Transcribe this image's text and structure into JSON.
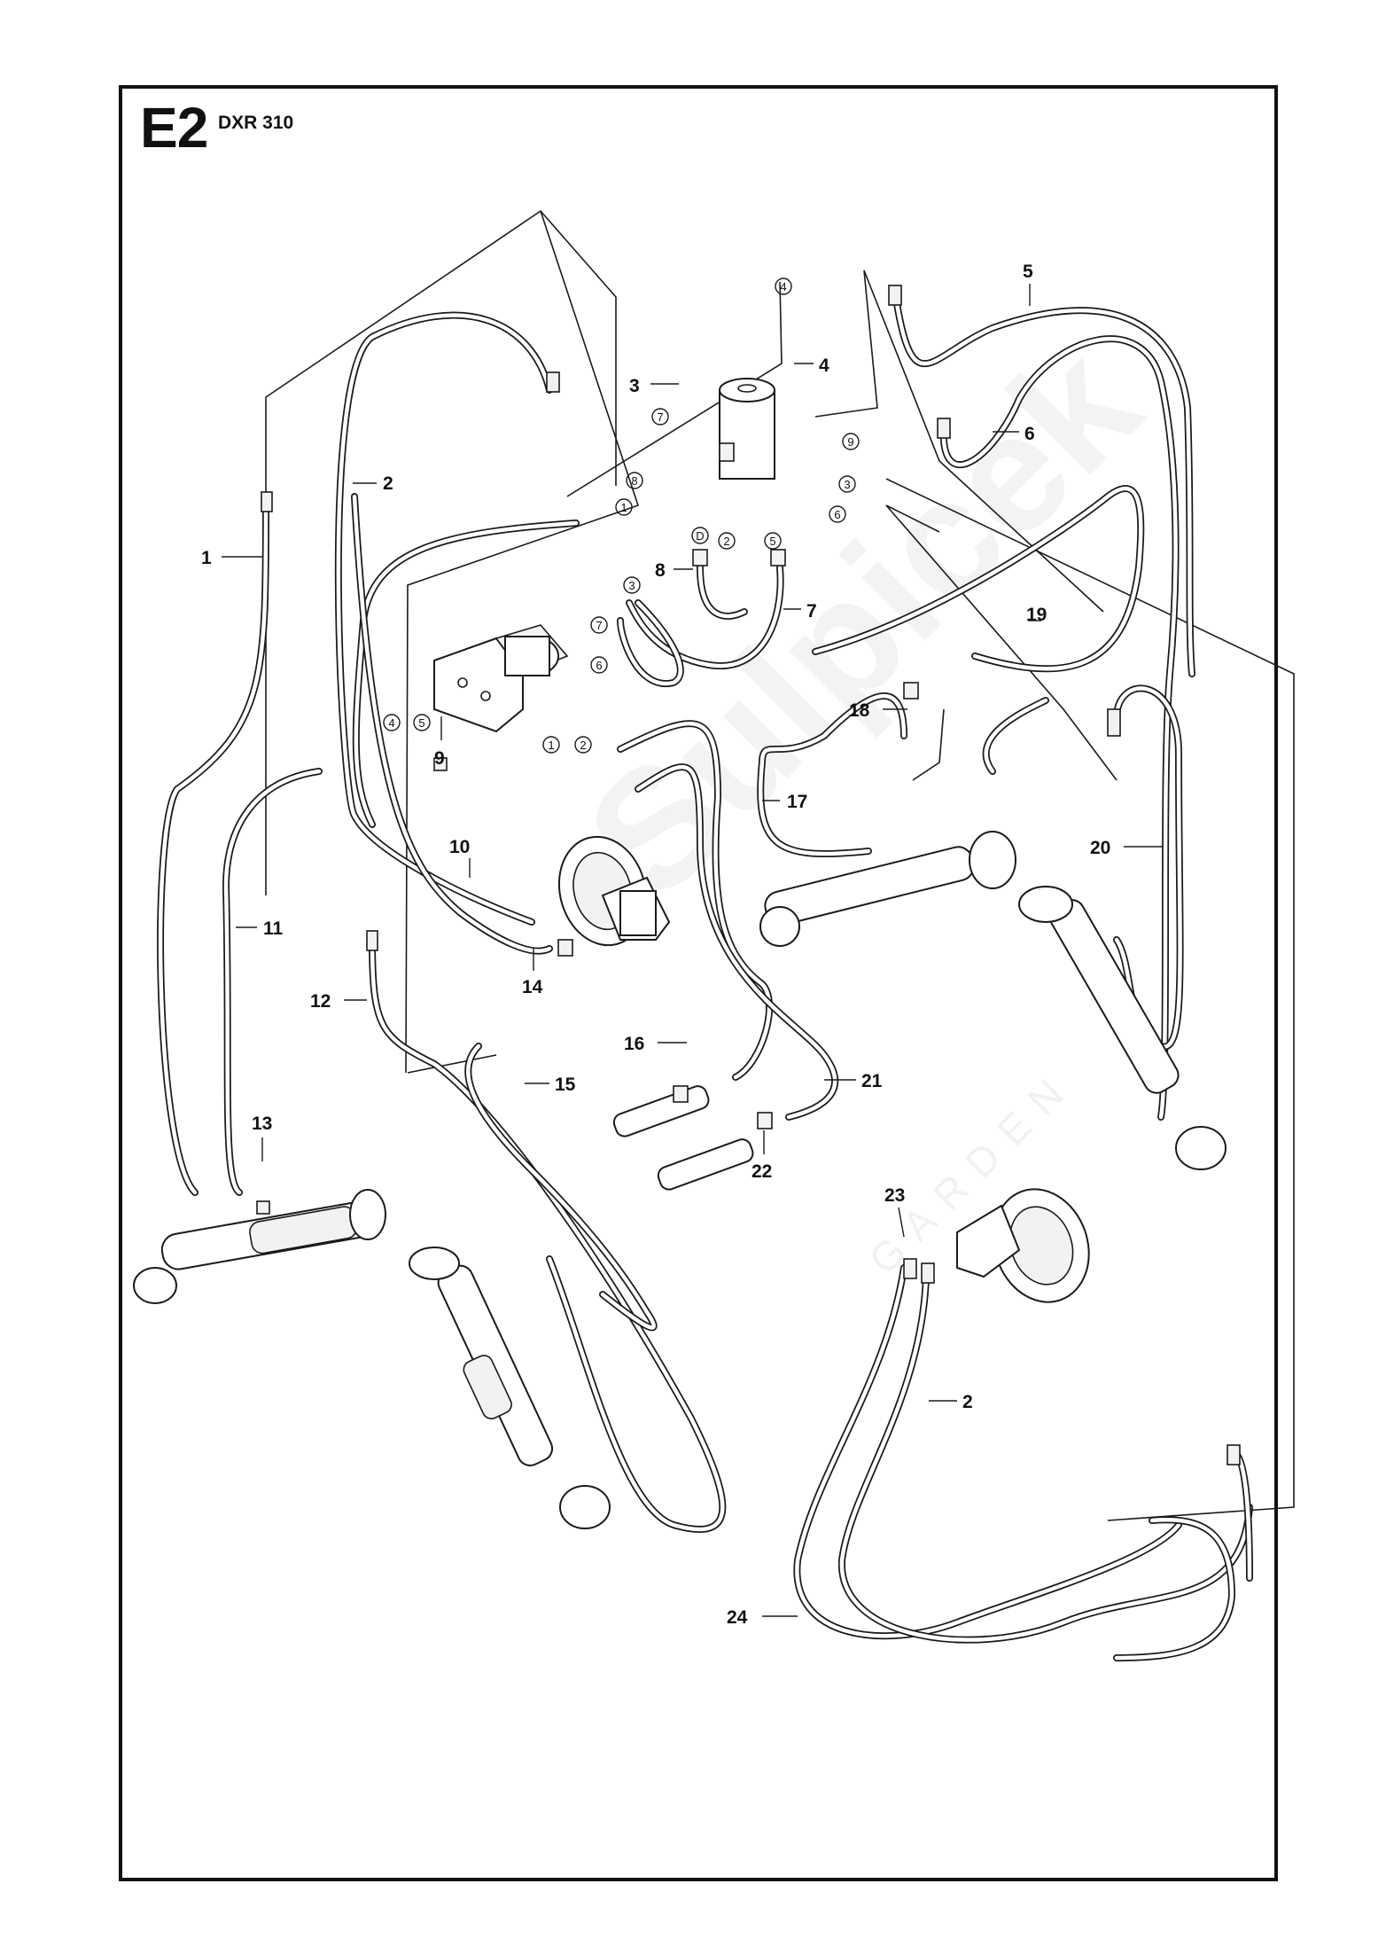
{
  "title": {
    "code": "E2",
    "model": "DXR 310"
  },
  "watermark": {
    "text": "Sulpicek",
    "sub": "GARDEN"
  },
  "callouts": [
    "1",
    "2",
    "3",
    "4",
    "5",
    "6",
    "7",
    "8",
    "9",
    "10",
    "11",
    "12",
    "13",
    "14",
    "15",
    "16",
    "17",
    "18",
    "19",
    "20",
    "21",
    "22",
    "23",
    "2",
    "24"
  ],
  "port_markers": [
    "4",
    "7",
    "9",
    "8",
    "1",
    "3",
    "6",
    "D",
    "2",
    "5",
    "3",
    "7",
    "6",
    "4",
    "5",
    "1",
    "2"
  ],
  "colors": {
    "line": "#1a1a1a",
    "background": "#ffffff"
  }
}
